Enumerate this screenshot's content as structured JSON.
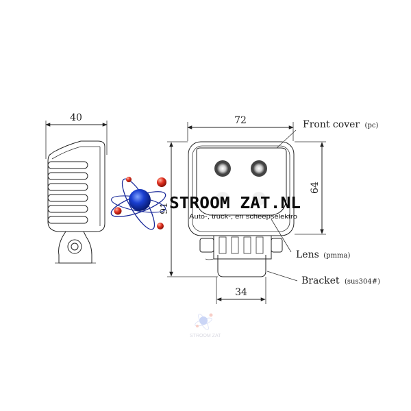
{
  "dimensions": {
    "side_depth": "40",
    "front_width": "72",
    "front_height_total": "91",
    "front_height_lens": "64",
    "bracket_width": "34"
  },
  "callouts": {
    "front_cover": {
      "label": "Front cover",
      "material": "(pc)"
    },
    "lens": {
      "label": "Lens",
      "material": "(pmma)"
    },
    "bracket": {
      "label": "Bracket",
      "material": "(sus304#)"
    }
  },
  "logo": {
    "brand": "STROOM ZAT.NL",
    "tagline": "Auto-, truck-, en scheepselektro",
    "watermark": "STROOM ZAT"
  },
  "colors": {
    "atom_blue": "#1a3fd0",
    "atom_red": "#e03020",
    "line": "#222222"
  }
}
